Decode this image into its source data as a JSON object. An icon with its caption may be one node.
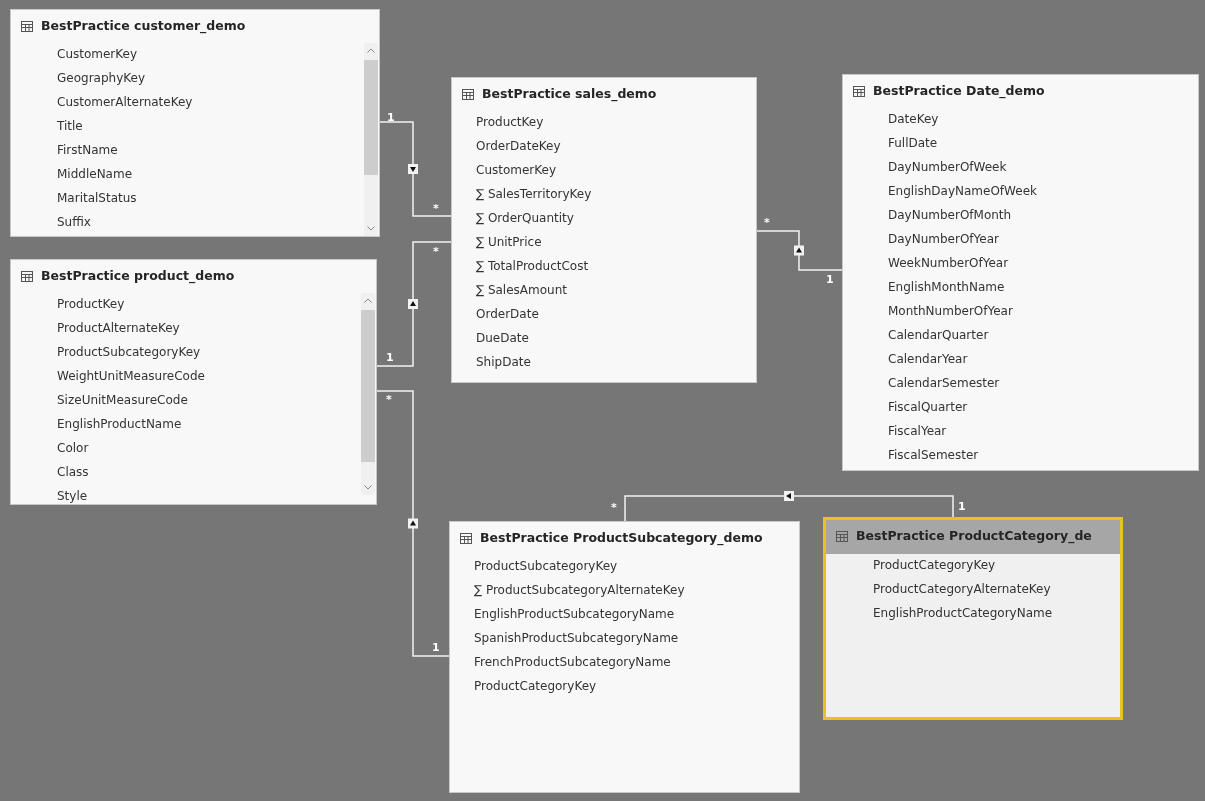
{
  "diagram": {
    "nodes": [
      {
        "text": [
          "BestPractice customer_demo",
          "CustomerKey",
          "GeographyKey",
          "CustomerAlternateKey",
          "Title",
          "FirstName",
          "MiddleName",
          "MaritalStatus",
          "Suffix"
        ]
      },
      {
        "text": [
          "BestPractice sales_demo",
          "ProductKey",
          "OrderDateKey",
          "CustomerKey",
          "∑ SalesTerritoryKey",
          "∑ OrderQuantity",
          "∑ UnitPrice",
          "∑ TotalProductCost",
          "∑ SalesAmount",
          "OrderDate",
          "DueDate",
          "ShipDate"
        ]
      },
      {
        "text": [
          "BestPractice Date_demo",
          "DateKey",
          "FullDate",
          "DayNumberOfWeek",
          "EnglishDayNameOfWeek",
          "DayNumberOfMonth",
          "DayNumberOfYear",
          "WeekNumberOfYear",
          "EnglishMonthName",
          "MonthNumberOfYear",
          "CalendarQuarter",
          "CalendarYear",
          "CalendarSemester",
          "FiscalQuarter",
          "FiscalYear",
          "FiscalSemester"
        ]
      },
      {
        "text": [
          "BestPractice product_demo",
          "ProductKey",
          "ProductAlternateKey",
          "ProductSubcategoryKey",
          "WeightUnitMeasureCode",
          "SizeUnitMeasureCode",
          "EnglishProductName",
          "Color",
          "Class",
          "Style"
        ]
      },
      {
        "text": [
          "BestPractice ProductSubcategory_demo",
          "ProductSubcategoryKey",
          "∑ ProductSubcategoryAlternateKey",
          "EnglishProductSubcategoryName",
          "SpanishProductSubcategoryName",
          "FrenchProductSubcategoryName",
          "ProductCategoryKey"
        ]
      },
      {
        "text": [
          "BestPractice ProductCategory_de",
          "ProductCategoryKey",
          "ProductCategoryAlternateKey",
          "EnglishProductCategoryName"
        ]
      }
    ],
    "edges": [
      {
        "from": 0,
        "to": 1,
        "arrow": "to"
      },
      {
        "from": 3,
        "to": 1,
        "arrow": "to"
      },
      {
        "from": 2,
        "to": 1,
        "arrow": "to"
      },
      {
        "from": 4,
        "to": 3,
        "arrow": "to"
      },
      {
        "from": 5,
        "to": 4,
        "arrow": "to"
      }
    ],
    "labels": [
      "1",
      "*",
      "*",
      "*",
      "1",
      "1",
      "*",
      "1",
      "*",
      "1"
    ]
  }
}
